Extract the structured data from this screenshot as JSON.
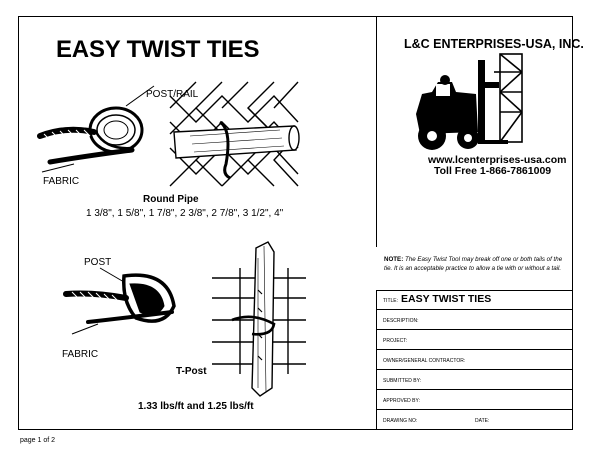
{
  "header": {
    "title": "EASY TWIST TIES",
    "company": "L&C ENTERPRISES-USA, INC.",
    "website": "www.lcenterprises-usa.com",
    "toll_free": "Toll Free 1-866-7861009"
  },
  "figure_round": {
    "label_post": "POST/RAIL",
    "label_fabric": "FABRIC",
    "caption_title": "Round Pipe",
    "caption_sizes": "1 3/8\", 1 5/8\", 1 7/8\", 2 3/8\", 2 7/8\", 3 1/2\", 4\""
  },
  "figure_tpost": {
    "label_post": "POST",
    "label_fabric": "FABRIC",
    "caption_title": "T-Post",
    "caption_weights": "1.33 lbs/ft and 1.25 lbs/ft"
  },
  "note": {
    "label": "NOTE:",
    "text": "The Easy Twist Tool may break off one or both tails of the tie. It is an acceptable practice to allow a tie with or without a tail."
  },
  "title_block": {
    "title_label": "TITLE:",
    "title_value": "EASY TWIST TIES",
    "description_label": "DESCRIPTION:",
    "project_label": "PROJECT:",
    "owner_label": "OWNER/GENERAL CONTRACTOR:",
    "submitted_label": "SUBMITTED BY:",
    "approved_label": "APPROVED BY:",
    "drawing_label": "DRAWING NO:",
    "date_label": "DATE:"
  },
  "footer": {
    "page": "page 1 of 2"
  }
}
